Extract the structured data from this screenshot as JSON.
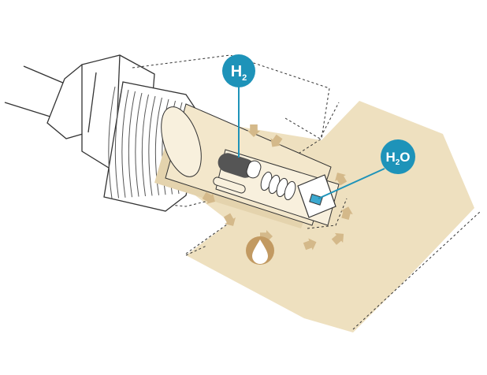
{
  "labels": {
    "h2": {
      "main": "H",
      "sub": "2"
    },
    "h2o": {
      "main_a": "H",
      "sub": "2",
      "main_b": "O"
    }
  },
  "icons": {
    "droplet": "water-droplet-icon",
    "arrows": "inflow-arrow-icon"
  },
  "colors": {
    "medium": "#eee0bf",
    "medium_dark": "#d9c8a1",
    "arrow": "#d4b98a",
    "callout": "#1e93b9",
    "outline": "#333333",
    "element": "#555555",
    "droplet": "#c29a62"
  }
}
